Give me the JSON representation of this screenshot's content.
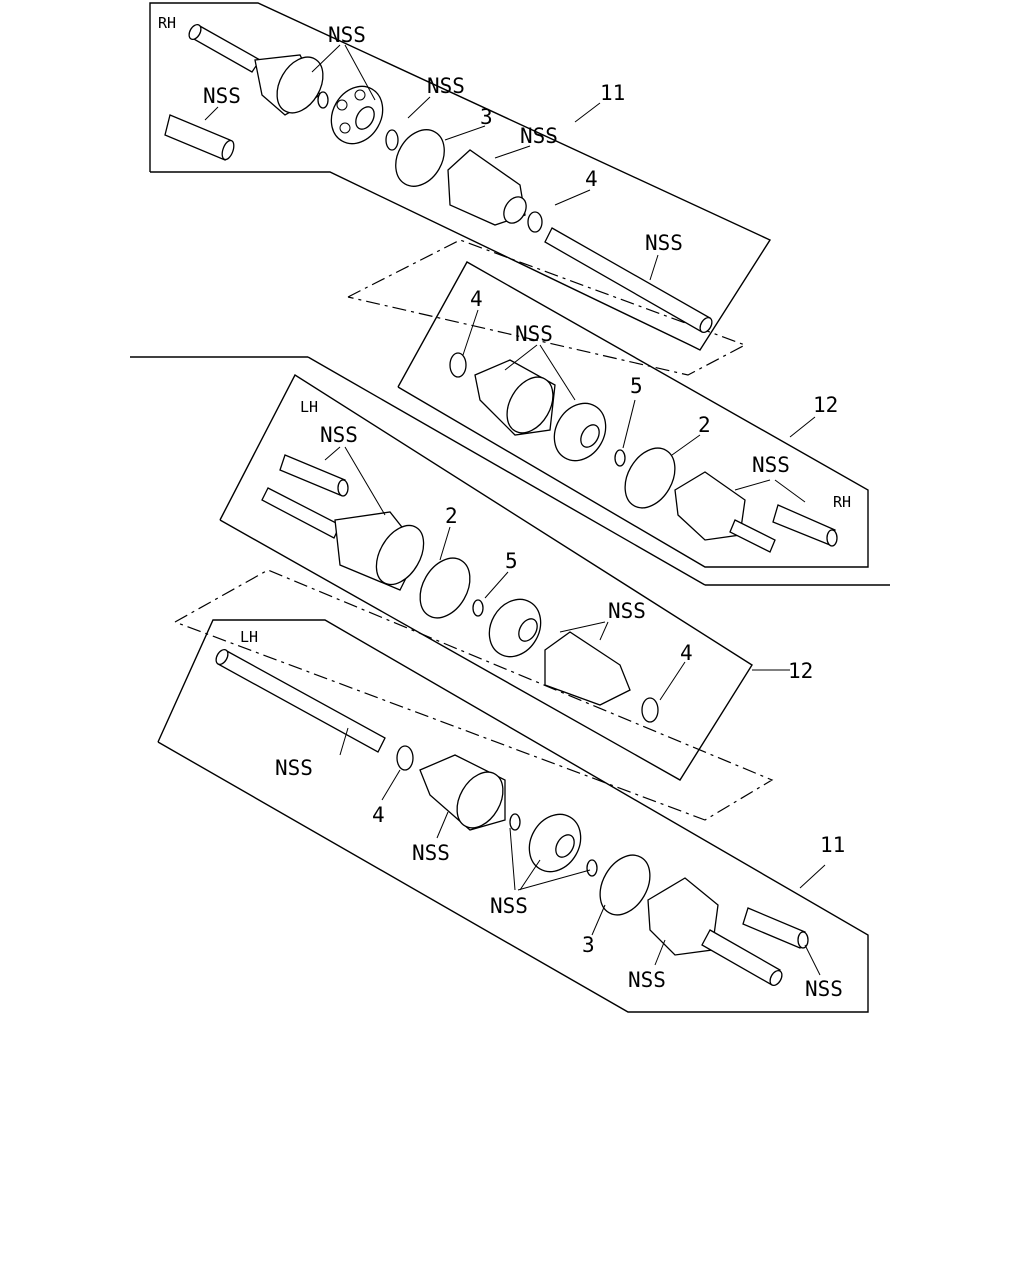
{
  "diagram": {
    "side_labels": {
      "rh": "RH",
      "lh": "LH"
    },
    "labels": {
      "nss": "NSS",
      "item_2": "2",
      "item_3": "3",
      "item_4": "4",
      "item_5": "5",
      "item_11": "11",
      "item_12": "12"
    },
    "colors": {
      "line": "#000000",
      "background": "#ffffff"
    }
  }
}
